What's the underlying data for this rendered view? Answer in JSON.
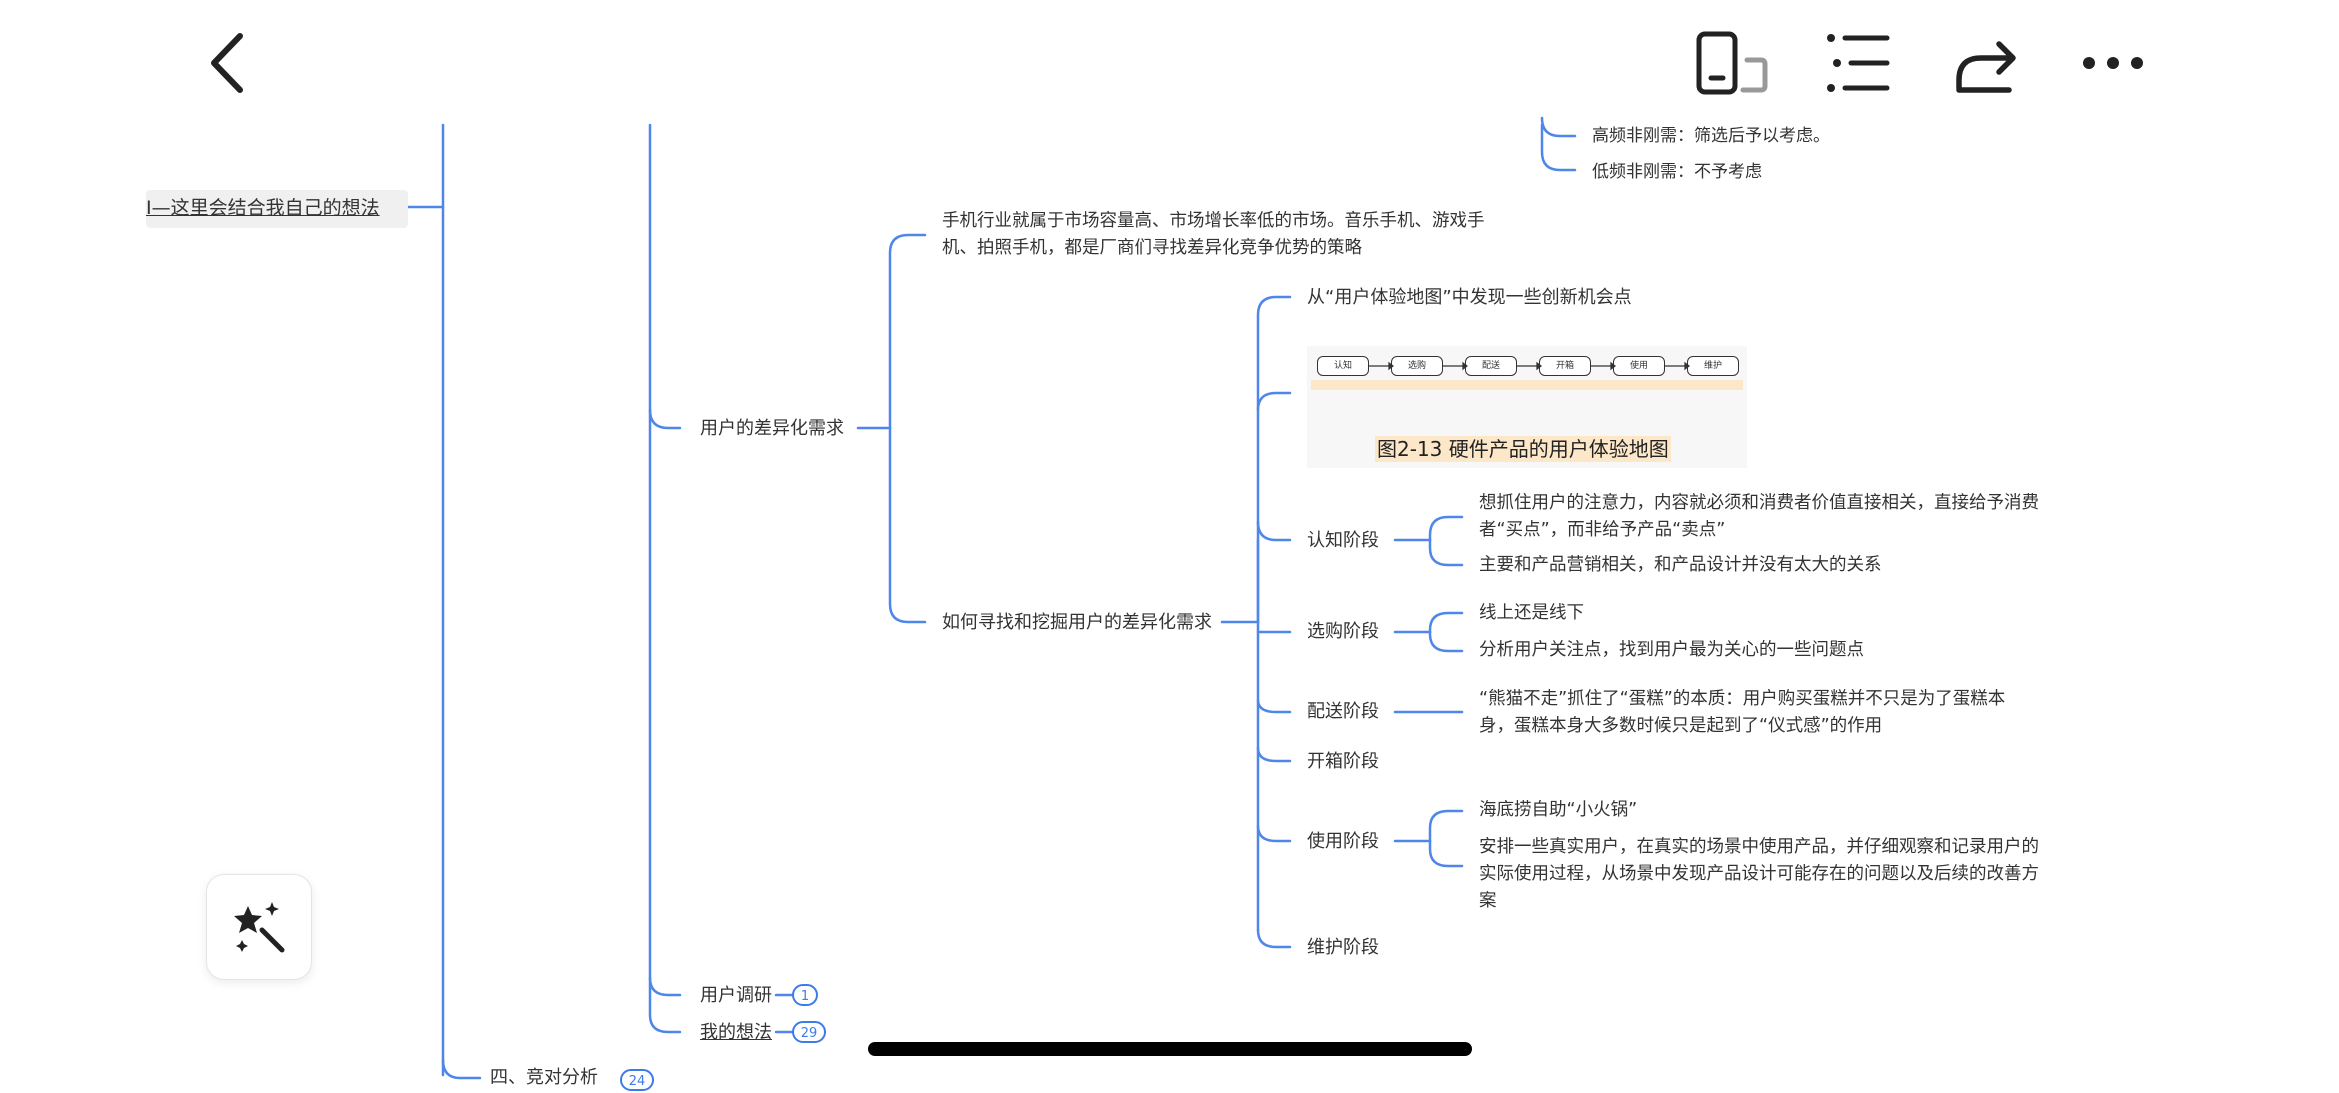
{
  "toolbar": {
    "back_icon": "chevron-left-icon",
    "device_icon": "device-rotate-icon",
    "outline_icon": "list-icon",
    "share_icon": "share-icon",
    "more_icon": "more-horizontal-icon"
  },
  "fab": {
    "icon": "magic-wand-icon"
  },
  "mindmap": {
    "left_topic": "I—这里会结合我自己的想法",
    "freq_high": "高频非刚需：筛选后予以考虑。",
    "freq_low": "低频非刚需：不予考虑",
    "diff_need": "用户的差异化需求",
    "market_note": "手机行业就属于市场容量高、市场增长率低的市场。音乐手机、游戏手机、拍照手机，都是厂商们寻找差异化竞争优势的策略",
    "how_to_find": "如何寻找和挖掘用户的差异化需求",
    "journey_map": "从“用户体验地图”中发现一些创新机会点",
    "figure_caption": "图2-13 硬件产品的用户体验地图",
    "figure_steps": [
      "认知",
      "选购",
      "配送",
      "开箱",
      "使用",
      "维护"
    ],
    "stage_awareness": "认知阶段",
    "awareness_1": "想抓住用户的注意力，内容就必须和消费者价值直接相关，直接给予消费者“买点”，而非给予产品“卖点”",
    "awareness_2": "主要和产品营销相关，和产品设计并没有太大的关系",
    "stage_selection": "选购阶段",
    "selection_1": "线上还是线下",
    "selection_2": "分析用户关注点，找到用户最为关心的一些问题点",
    "stage_delivery": "配送阶段",
    "delivery_1": "“熊猫不走”抓住了“蛋糕”的本质：用户购买蛋糕并不只是为了蛋糕本身，蛋糕本身大多数时候只是起到了“仪式感”的作用",
    "stage_unboxing": "开箱阶段",
    "stage_usage": "使用阶段",
    "usage_1": "海底捞自助“小火锅”",
    "usage_2": "安排一些真实用户，在真实的场景中使用产品，并仔细观察和记录用户的实际使用过程，从场景中发现产品设计可能存在的问题以及后续的改善方案",
    "stage_maintenance": "维护阶段",
    "user_research": "用户调研",
    "user_research_count": "1",
    "my_thoughts": "我的想法",
    "my_thoughts_count": "29",
    "section_four": "四、竞对分析",
    "section_four_count": "24"
  },
  "colors": {
    "accent": "#3e7bea",
    "text": "#333333",
    "highlight": "#fde7c9"
  }
}
